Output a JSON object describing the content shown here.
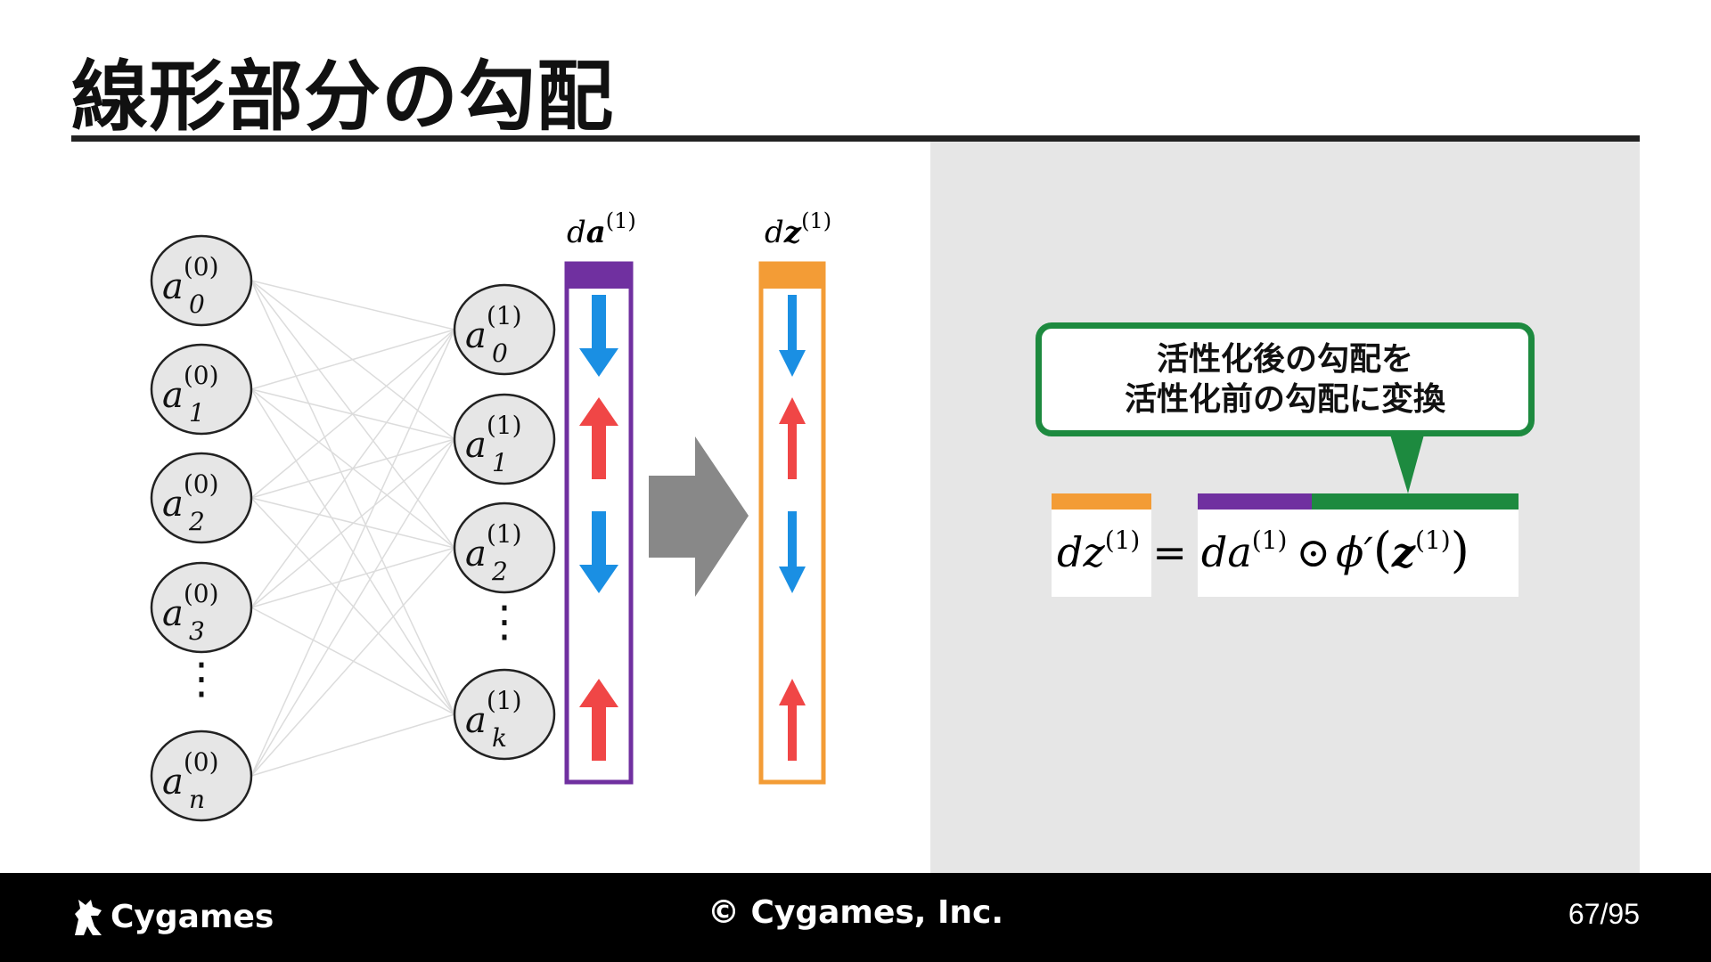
{
  "title": "線形部分の勾配",
  "network": {
    "input_nodes": [
      {
        "base": "a",
        "sup": "(0)",
        "sub": "0"
      },
      {
        "base": "a",
        "sup": "(0)",
        "sub": "1"
      },
      {
        "base": "a",
        "sup": "(0)",
        "sub": "2"
      },
      {
        "base": "a",
        "sup": "(0)",
        "sub": "3"
      },
      {
        "base": "a",
        "sup": "(0)",
        "sub": "n"
      }
    ],
    "hidden_nodes": [
      {
        "base": "a",
        "sup": "(1)",
        "sub": "0"
      },
      {
        "base": "a",
        "sup": "(1)",
        "sub": "1"
      },
      {
        "base": "a",
        "sup": "(1)",
        "sub": "2"
      },
      {
        "base": "a",
        "sup": "(1)",
        "sub": "k"
      }
    ],
    "ellipsis": "⋮"
  },
  "columns": {
    "da": {
      "label_d": "d",
      "label_var": "a",
      "label_sup": "(1)",
      "color": "#7030a0"
    },
    "dz": {
      "label_d": "d",
      "label_var": "z",
      "label_sup": "(1)",
      "color": "#f39c36"
    },
    "arrows_da": [
      "down",
      "up",
      "down",
      "up"
    ],
    "arrows_dz": [
      "down",
      "up",
      "down",
      "up"
    ],
    "up_color": "#f04646",
    "down_color": "#1a8fe3"
  },
  "callout": {
    "line1": "活性化後の勾配を",
    "line2": "活性化前の勾配に変換",
    "border_color": "#1d8a3f"
  },
  "equation": {
    "lhs": "dz",
    "sup": "(1)",
    "equals": "=",
    "rhs_d": "da",
    "odot": "⊙",
    "phi": "ϕ′",
    "lparen": "(",
    "z": "z",
    "rparen": ")"
  },
  "footer": {
    "logo": "Cygames",
    "copyright": "© Cygames, Inc.",
    "page": "67/95"
  }
}
